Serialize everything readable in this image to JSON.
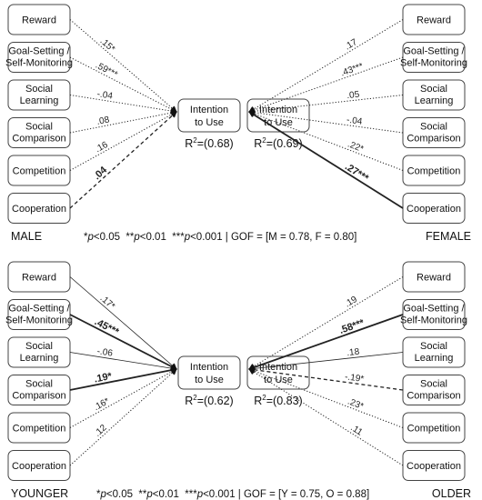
{
  "panels": [
    {
      "id": "gender",
      "left_group": "MALE",
      "right_group": "FEMALE",
      "outcome": "Intention to Use",
      "left_r2": "=(0.68)",
      "right_r2": "=(0.69)",
      "footer": {
        "p1": "p",
        "t1": "<0.05",
        "p2": "p",
        "t2": "<0.01",
        "p3": "p",
        "t3": "<0.001",
        "gof": " | GOF = [M = 0.78, F = 0.80]"
      },
      "predictors": [
        {
          "label": "Reward",
          "left": {
            "coef": ".15*",
            "style": "dotted"
          },
          "right": {
            "coef": ".17",
            "style": "dotted"
          }
        },
        {
          "label": "Goal-Setting / Self-Monitoring",
          "left": {
            "coef": ".59***",
            "style": "dotted"
          },
          "right": {
            "coef": ".43***",
            "style": "dotted"
          }
        },
        {
          "label": "Social Learning",
          "left": {
            "coef": "-.04",
            "style": "dotted"
          },
          "right": {
            "coef": ".05",
            "style": "dotted"
          }
        },
        {
          "label": "Social Comparison",
          "left": {
            "coef": ".08",
            "style": "dotted"
          },
          "right": {
            "coef": "-.04",
            "style": "dotted"
          }
        },
        {
          "label": "Competition",
          "left": {
            "coef": ".16",
            "style": "dotted"
          },
          "right": {
            "coef": ".22*",
            "style": "dotted"
          }
        },
        {
          "label": "Cooperation",
          "left": {
            "coef": ".04",
            "style": "dashed"
          },
          "right": {
            "coef": ".27***",
            "style": "bold"
          }
        }
      ]
    },
    {
      "id": "age",
      "left_group": "YOUNGER",
      "right_group": "OLDER",
      "outcome": "Intention to Use",
      "left_r2": "=(0.62)",
      "right_r2": "=(0.83)",
      "footer": {
        "p1": "p",
        "t1": "<0.05",
        "p2": "p",
        "t2": "<0.01",
        "p3": "p",
        "t3": "<0.001",
        "gof": " | GOF = [Y = 0.75, O = 0.88]"
      },
      "predictors": [
        {
          "label": "Reward",
          "left": {
            "coef": ".17*",
            "style": "thin"
          },
          "right": {
            "coef": ".19",
            "style": "dotted"
          }
        },
        {
          "label": "Goal-Setting / Self-Monitoring",
          "left": {
            "coef": ".45***",
            "style": "bold"
          },
          "right": {
            "coef": ".58***",
            "style": "bold"
          }
        },
        {
          "label": "Social Learning",
          "left": {
            "coef": "-.06",
            "style": "thin"
          },
          "right": {
            "coef": ".18",
            "style": "thin"
          }
        },
        {
          "label": "Social Comparison",
          "left": {
            "coef": ".19*",
            "style": "bold"
          },
          "right": {
            "coef": "-.19*",
            "style": "dashed"
          }
        },
        {
          "label": "Competition",
          "left": {
            "coef": ".16*",
            "style": "dotted"
          },
          "right": {
            "coef": ".23*",
            "style": "dotted"
          }
        },
        {
          "label": "Cooperation",
          "left": {
            "coef": ".12",
            "style": "dotted"
          },
          "right": {
            "coef": ".11",
            "style": "dotted"
          }
        }
      ]
    }
  ],
  "r2_label": "R",
  "r2_sup": "2",
  "stars": {
    "one": "*",
    "two": "**",
    "three": "***"
  }
}
